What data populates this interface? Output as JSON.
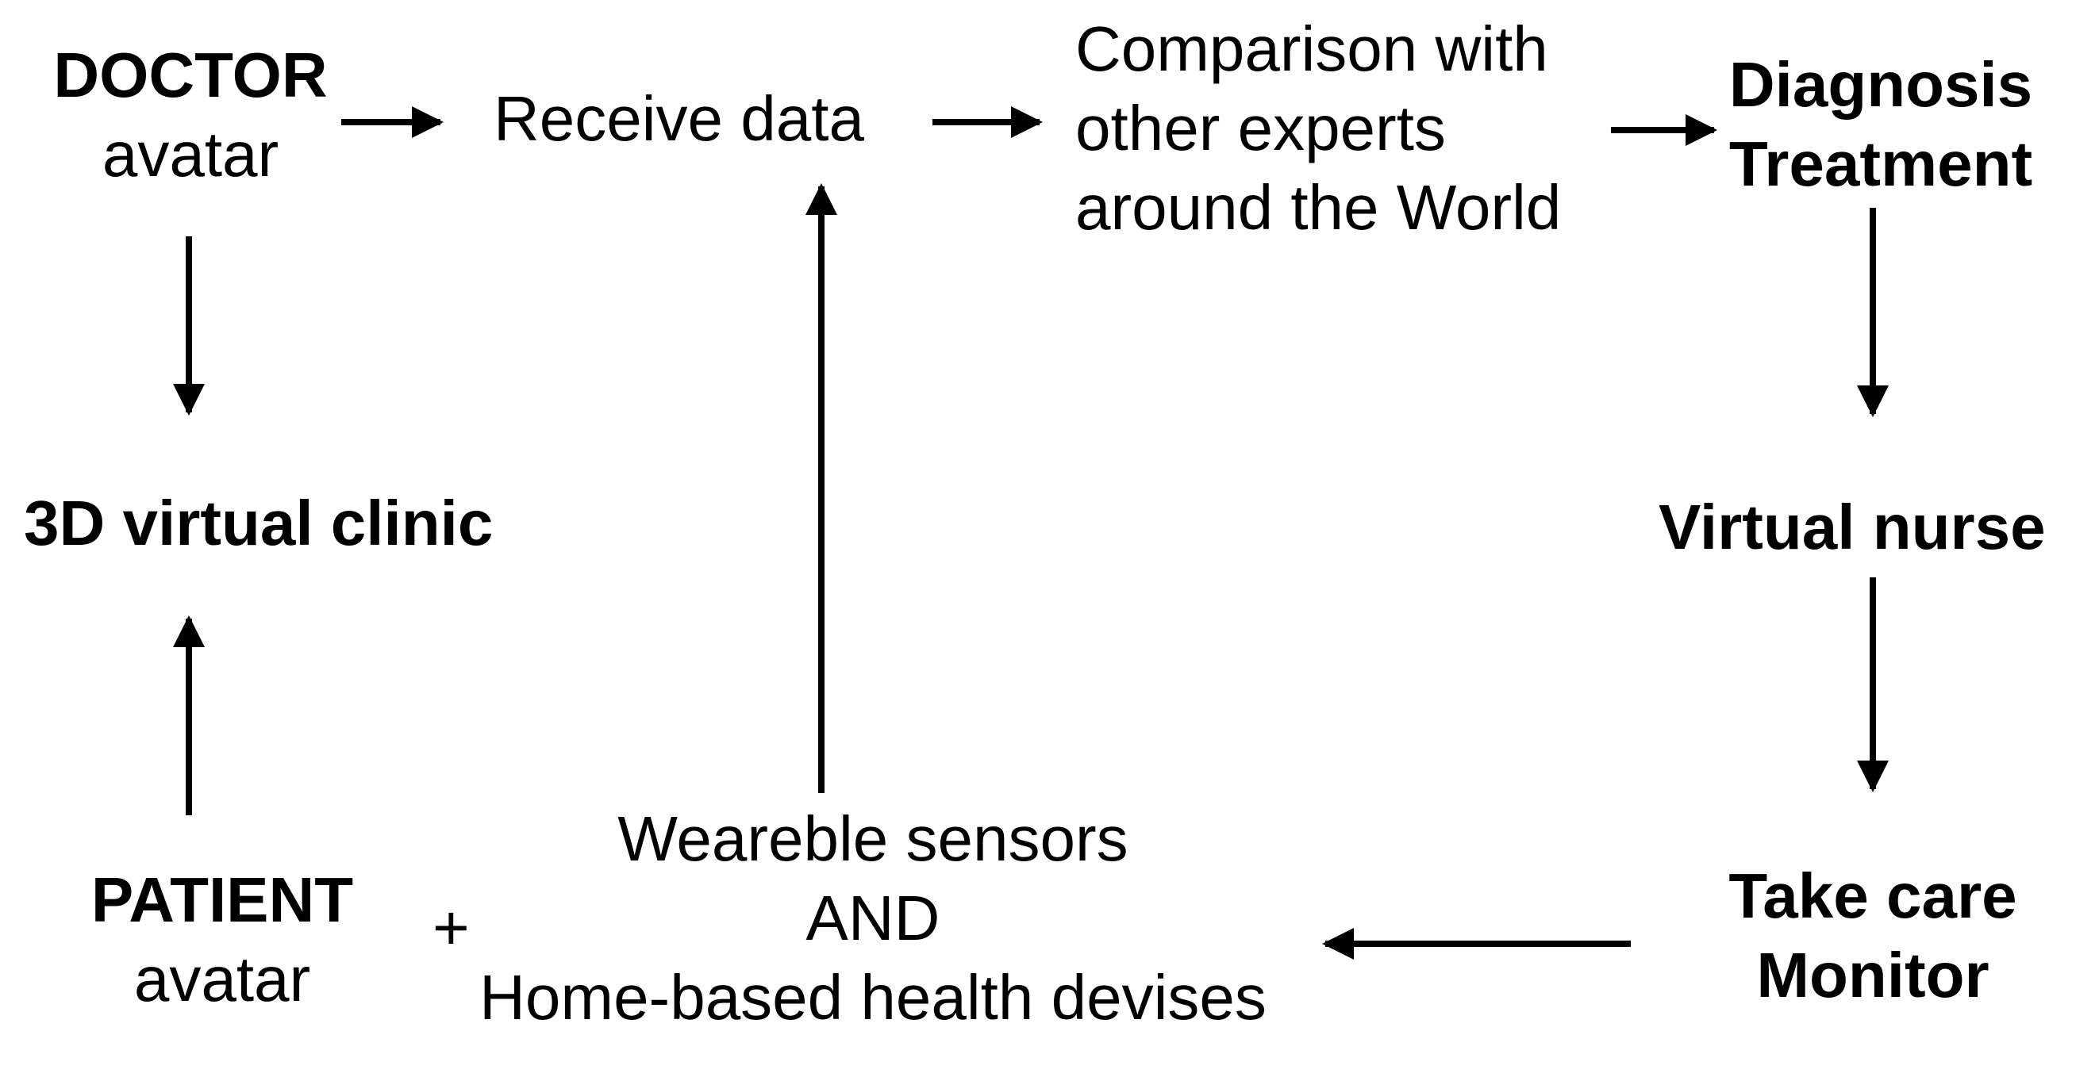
{
  "nodes": {
    "doctor": {
      "title": "DOCTOR",
      "subtitle": "avatar"
    },
    "receive": {
      "text": "Receive data"
    },
    "comparison": {
      "line1": "Comparison with",
      "line2": "other experts",
      "line3": "around the World"
    },
    "diagnosis": {
      "line1": "Diagnosis",
      "line2": "Treatment"
    },
    "clinic": {
      "text": "3D virtual clinic"
    },
    "nurse": {
      "text": "Virtual nurse"
    },
    "patient": {
      "title": "PATIENT",
      "subtitle": "avatar"
    },
    "plus": {
      "text": "+"
    },
    "devices": {
      "line1": "Weareble sensors",
      "line2": "AND",
      "line3": "Home-based health devises"
    },
    "takecare": {
      "line1": "Take care",
      "line2": "Monitor"
    }
  },
  "colors": {
    "text": "#000000",
    "arrow": "#000000",
    "background": "#ffffff"
  }
}
